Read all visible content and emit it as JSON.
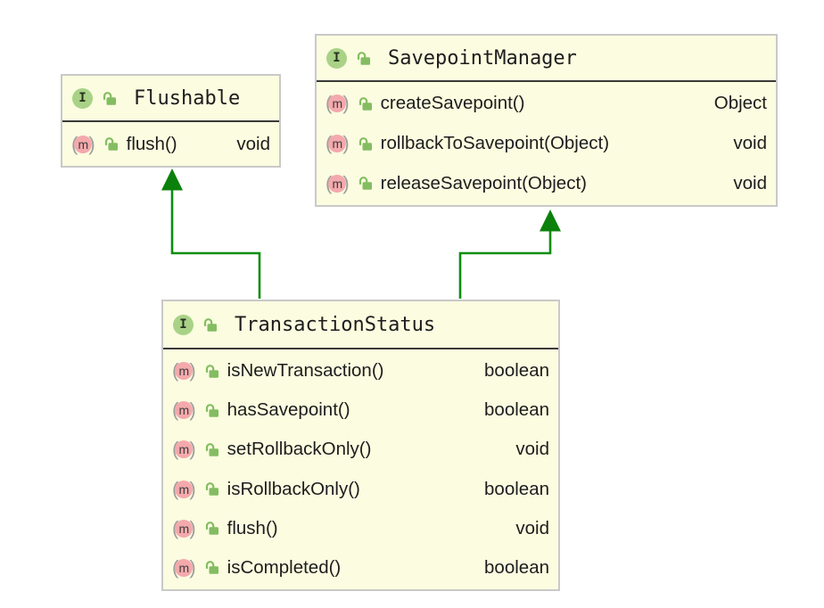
{
  "diagram": {
    "classes": [
      {
        "name": "Flushable",
        "stereotype": "interface",
        "members": [
          {
            "name": "flush()",
            "type": "void"
          }
        ]
      },
      {
        "name": "SavepointManager",
        "stereotype": "interface",
        "members": [
          {
            "name": "createSavepoint()",
            "type": "Object"
          },
          {
            "name": "rollbackToSavepoint(Object)",
            "type": "void"
          },
          {
            "name": "releaseSavepoint(Object)",
            "type": "void"
          }
        ]
      },
      {
        "name": "TransactionStatus",
        "stereotype": "interface",
        "members": [
          {
            "name": "isNewTransaction()",
            "type": "boolean"
          },
          {
            "name": "hasSavepoint()",
            "type": "boolean"
          },
          {
            "name": "setRollbackOnly()",
            "type": "void"
          },
          {
            "name": "isRollbackOnly()",
            "type": "boolean"
          },
          {
            "name": "flush()",
            "type": "void"
          },
          {
            "name": "isCompleted()",
            "type": "boolean"
          }
        ]
      }
    ],
    "relationships": [
      {
        "from": "TransactionStatus",
        "to": "Flushable",
        "kind": "extends"
      },
      {
        "from": "TransactionStatus",
        "to": "SavepointManager",
        "kind": "extends"
      }
    ],
    "icons": {
      "interface_badge": "I",
      "method_badge": "m",
      "paren_open": "(",
      "paren_close": ")"
    },
    "colors": {
      "node_fill": "#FBFCE0",
      "node_border": "#C9C9C9",
      "header_divider": "#3A3A3A",
      "edge_green": "#0E8E0E",
      "arrowhead_green": "#0B800B",
      "interface_icon_fill": "#A9D287",
      "method_icon_fill": "#F4A9AC",
      "lock_icon_green": "#84BC62"
    }
  }
}
